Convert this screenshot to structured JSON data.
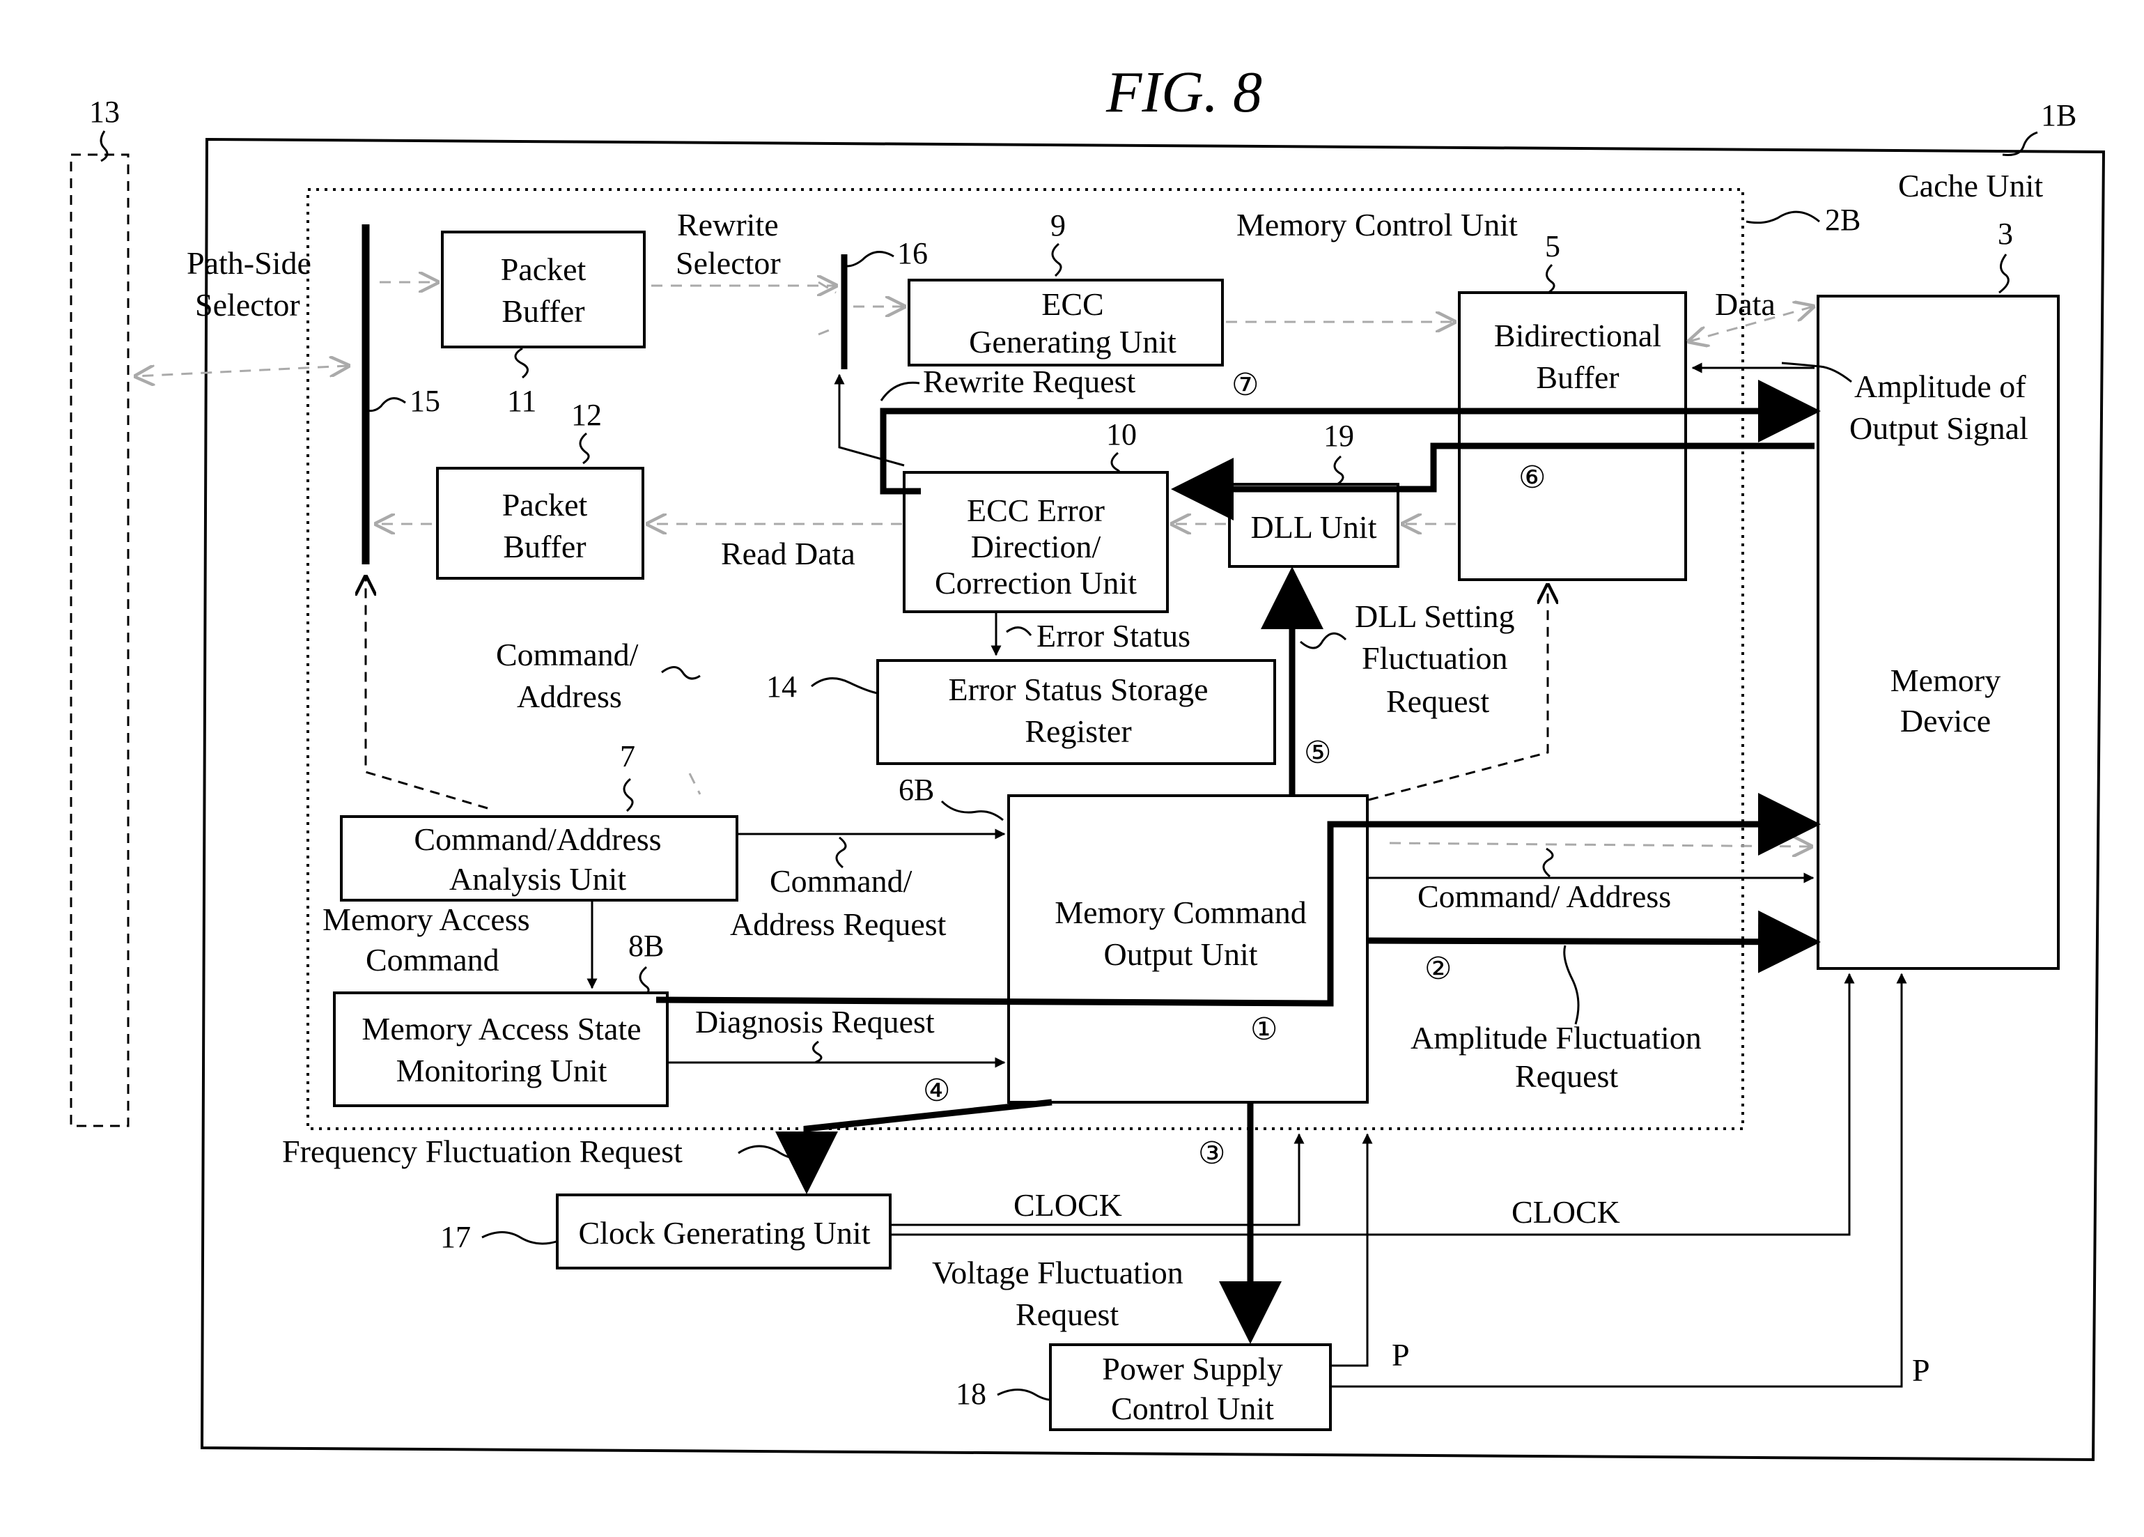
{
  "figure": {
    "title": "FIG. 8"
  },
  "refs": {
    "r13": "13",
    "r1B": "1B",
    "r2B": "2B",
    "r3": "3",
    "r5": "5",
    "r9": "9",
    "r16": "16",
    "r15": "15",
    "r11": "11",
    "r12": "12",
    "r10": "10",
    "r19": "19",
    "r14": "14",
    "r7": "7",
    "r6B": "6B",
    "r8B": "8B",
    "r17": "17",
    "r18": "18"
  },
  "labels": {
    "cache_unit": "Cache Unit",
    "memory_control_unit": "Memory Control Unit",
    "path_side_selector_1": "Path-Side",
    "path_side_selector_2": "Selector",
    "rewrite_selector_1": "Rewrite",
    "rewrite_selector_2": "Selector",
    "data": "Data",
    "rewrite_request": "Rewrite Request",
    "amplitude_output_1": "Amplitude of",
    "amplitude_output_2": "Output Signal",
    "read_data": "Read Data",
    "error_status": "Error Status",
    "command_address_1": "Command/",
    "command_address_2": "Address",
    "dll_setting_1": "DLL Setting",
    "dll_setting_2": "Fluctuation",
    "dll_setting_3": "Request",
    "cmd_addr_request_1": "Command/",
    "cmd_addr_request_2": "Address Request",
    "command_address_right": "Command/ Address",
    "memory_access_command_1": "Memory Access",
    "memory_access_command_2": "Command",
    "diagnosis_request": "Diagnosis Request",
    "amplitude_fluctuation_1": "Amplitude Fluctuation",
    "amplitude_fluctuation_2": "Request",
    "frequency_fluctuation": "Frequency Fluctuation Request",
    "clock_left": "CLOCK",
    "clock_right": "CLOCK",
    "voltage_fluctuation_1": "Voltage Fluctuation",
    "voltage_fluctuation_2": "Request",
    "p_left": "P",
    "p_right": "P",
    "circ1": "①",
    "circ2": "②",
    "circ3": "③",
    "circ4": "④",
    "circ5": "⑤",
    "circ6": "⑥",
    "circ7": "⑦"
  },
  "boxes": {
    "packet_buffer_top": [
      "Packet",
      "Buffer"
    ],
    "packet_buffer_bottom": [
      "Packet",
      "Buffer"
    ],
    "ecc_generating": [
      "ECC",
      "Generating Unit"
    ],
    "bidirectional_buffer": [
      "Bidirectional",
      "Buffer"
    ],
    "ecc_error": [
      "ECC Error",
      "Direction/",
      "Correction Unit"
    ],
    "dll_unit": [
      "DLL Unit"
    ],
    "error_status_register": [
      "Error Status Storage",
      "Register"
    ],
    "memory_device": [
      "Memory",
      "Device"
    ],
    "cmd_addr_analysis": [
      "Command/Address",
      "Analysis Unit"
    ],
    "memory_command_output": [
      "Memory Command",
      "Output Unit"
    ],
    "memory_access_state": [
      "Memory Access State",
      "Monitoring Unit"
    ],
    "clock_generating": [
      "Clock Generating Unit"
    ],
    "power_supply": [
      "Power Supply",
      "Control Unit"
    ]
  }
}
